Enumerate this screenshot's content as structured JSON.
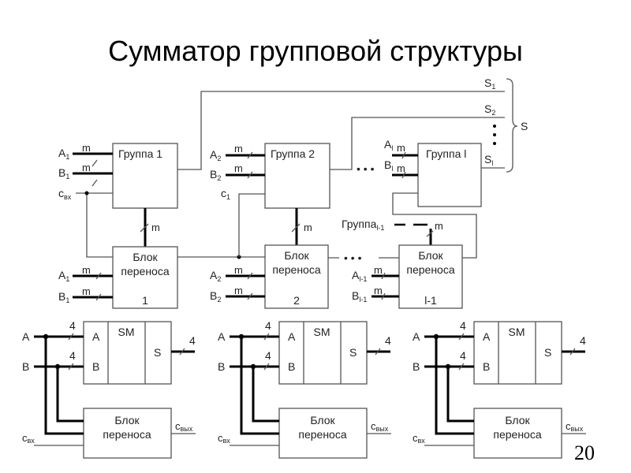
{
  "slide": {
    "title": "Сумматор групповой структуры",
    "page_number": "20"
  },
  "top_diagram": {
    "groups": [
      {
        "label": "Группа 1",
        "a_input": "A",
        "a_sub": "1",
        "b_input": "B",
        "b_sub": "1",
        "bus_width": "m"
      },
      {
        "label": "Группа 2",
        "a_input": "A",
        "a_sub": "2",
        "b_input": "B",
        "b_sub": "2",
        "bus_width": "m"
      },
      {
        "label": "Группа l",
        "a_input": "A",
        "a_sub": "l",
        "b_input": "B",
        "b_sub": "l",
        "bus_width": "m"
      }
    ],
    "carry_blocks": [
      {
        "line1": "Блок",
        "line2": "переноса",
        "index": "1",
        "a_input": "A",
        "a_sub": "1",
        "b_input": "B",
        "b_sub": "1",
        "bus_width": "m"
      },
      {
        "line1": "Блок",
        "line2": "переноса",
        "index": "2",
        "a_input": "A",
        "a_sub": "2",
        "b_input": "B",
        "b_sub": "2",
        "bus_width": "m"
      },
      {
        "line1": "Блок",
        "line2": "переноса",
        "index": "l-1",
        "a_input": "A",
        "a_sub": "l-1",
        "b_input": "B",
        "b_sub": "l-1",
        "bus_width": "m"
      }
    ],
    "carry_in": {
      "base": "c",
      "sub": "вх"
    },
    "carry_1": {
      "base": "c",
      "sub": "1"
    },
    "group_l_minus_1": {
      "label": "Группа",
      "sub": "l-1"
    },
    "vertical_bus_width": "m",
    "outputs": [
      {
        "base": "S",
        "sub": "1"
      },
      {
        "base": "S",
        "sub": "2"
      },
      {
        "base": "S",
        "sub": "l"
      }
    ],
    "sum_label": "S",
    "ellipsis": "• • •"
  },
  "bottom_diagram": {
    "units": [
      {
        "in_a": "A",
        "in_b": "B",
        "port_a": "A",
        "port_b": "B",
        "core": "SM",
        "port_s": "S",
        "width_a": "4",
        "width_b": "4",
        "width_s": "4",
        "carry_line1": "Блок",
        "carry_line2": "переноса",
        "cin_base": "c",
        "cin_sub": "вх",
        "cout_base": "c",
        "cout_sub": "вых"
      },
      {
        "in_a": "A",
        "in_b": "B",
        "port_a": "A",
        "port_b": "B",
        "core": "SM",
        "port_s": "S",
        "width_a": "4",
        "width_b": "4",
        "width_s": "4",
        "carry_line1": "Блок",
        "carry_line2": "переноса",
        "cin_base": "c",
        "cin_sub": "вх",
        "cout_base": "c",
        "cout_sub": "вых"
      },
      {
        "in_a": "A",
        "in_b": "B",
        "port_a": "A",
        "port_b": "B",
        "core": "SM",
        "port_s": "S",
        "width_a": "4",
        "width_b": "4",
        "width_s": "4",
        "carry_line1": "Блок",
        "carry_line2": "переноса",
        "cin_base": "c",
        "cin_sub": "вх",
        "cout_base": "c",
        "cout_sub": "вых"
      }
    ]
  }
}
